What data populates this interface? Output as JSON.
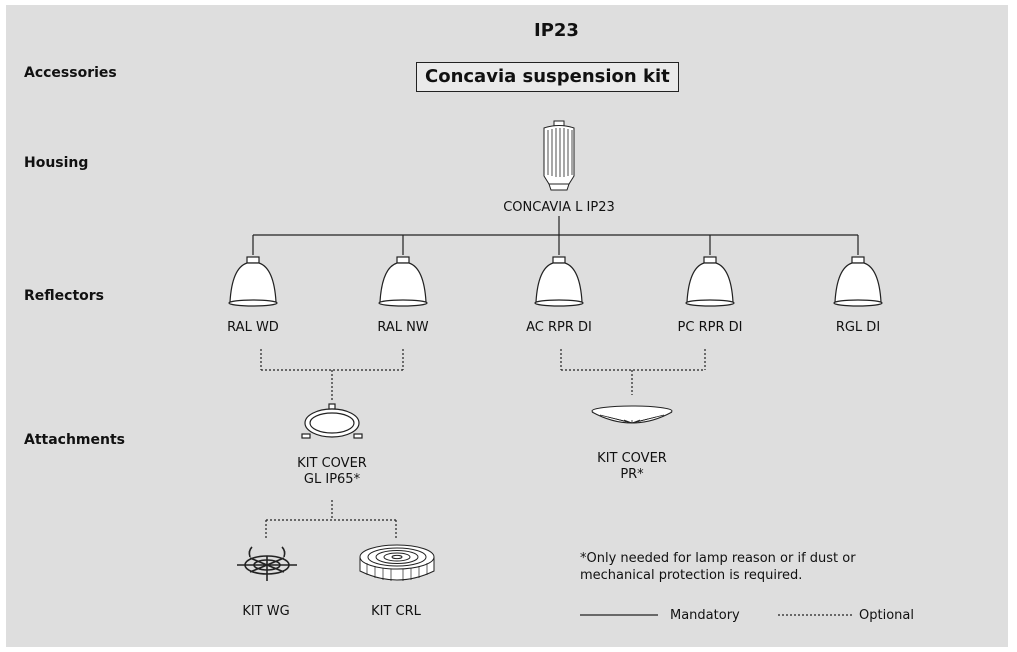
{
  "title": "IP23",
  "row_labels": {
    "accessories": "Accessories",
    "housing": "Housing",
    "reflectors": "Reflectors",
    "attachments": "Attachments"
  },
  "accessory_box": "Concavia suspension kit",
  "housing_label": "CONCAVIA L IP23",
  "reflectors": [
    "RAL WD",
    "RAL NW",
    "AC RPR DI",
    "PC RPR DI",
    "RGL DI"
  ],
  "attachments": {
    "cover_gl_line1": "KIT COVER",
    "cover_gl_line2": "GL IP65*",
    "cover_pr_line1": "KIT COVER",
    "cover_pr_line2": "PR*"
  },
  "sub_attachments": [
    "KIT WG",
    "KIT CRL"
  ],
  "footnote_line1": "*Only needed for lamp reason or if dust or",
  "footnote_line2": "mechanical protection is required.",
  "legend": {
    "mandatory": "Mandatory",
    "optional": "Optional"
  },
  "icons": {
    "housing": "cylindrical-luminaire-icon",
    "reflector": "dome-reflector-icon",
    "cover_gl": "glass-cover-ring-icon",
    "cover_pr": "prismatic-cover-icon",
    "wire_guard": "wire-guard-icon",
    "crl": "concentric-louvre-icon"
  }
}
